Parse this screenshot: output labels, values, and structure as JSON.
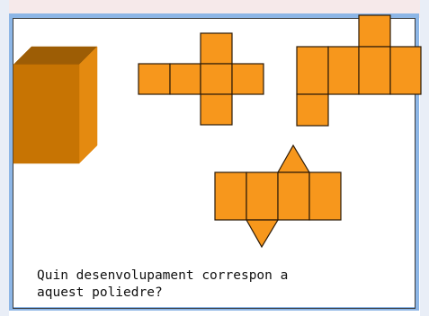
{
  "question": {
    "text": "Quin desenvolupament correspon a\naquest poliedre?"
  },
  "colors": {
    "face": "#f7971c",
    "edge": "#2b1a08",
    "prism_front": "#c77403",
    "prism_side": "#e48a10",
    "prism_top": "#9d5d05",
    "frame": "#8db6e6"
  },
  "figures": [
    {
      "name": "rectangular-prism",
      "kind": "3d-solid"
    },
    {
      "name": "net-cross",
      "kind": "net",
      "faces": 6
    },
    {
      "name": "net-stepped",
      "kind": "net",
      "faces": 6
    },
    {
      "name": "net-triangular",
      "kind": "net",
      "faces": 6
    }
  ]
}
